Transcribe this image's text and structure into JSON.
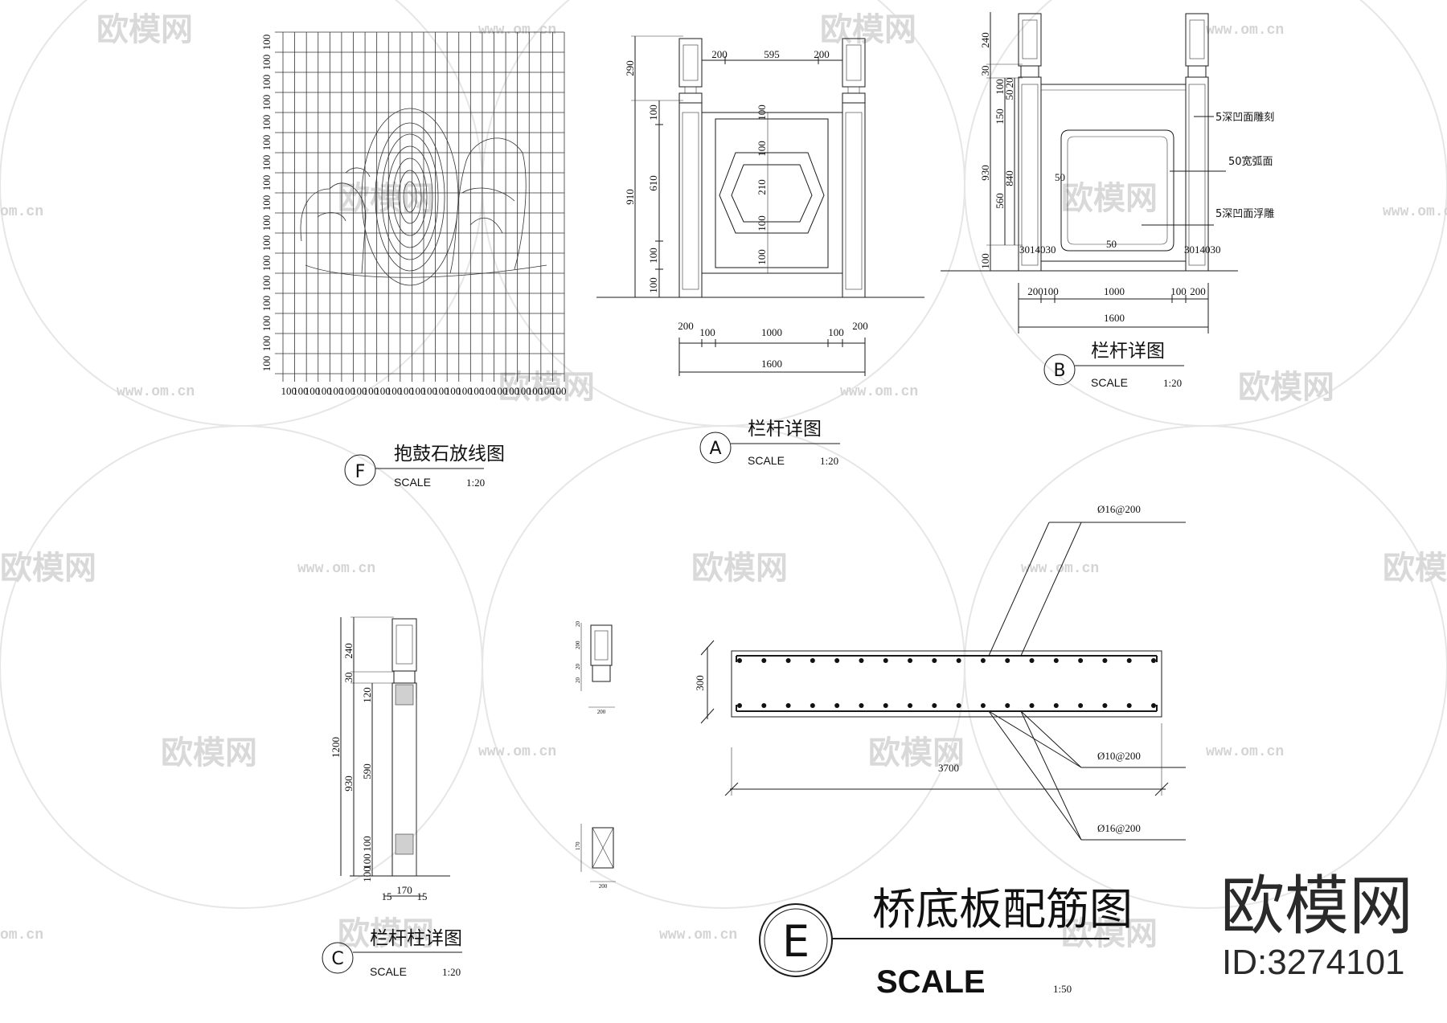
{
  "watermark": {
    "logo_text": "欧模网",
    "url_text": "www.om.cn",
    "url_partial": "om.cn"
  },
  "brand": {
    "name": "欧模网",
    "id_label": "ID:3274101"
  },
  "drawing_F": {
    "marker": "F",
    "title": "抱鼓石放线图",
    "scale_label": "SCALE",
    "scale_value": "1:20",
    "grid_label": "100",
    "grid_cols": 24,
    "grid_rows": 17
  },
  "drawing_A": {
    "marker": "A",
    "title": "栏杆详图",
    "scale_label": "SCALE",
    "scale_value": "1:20",
    "dims_top": [
      "200",
      "595",
      "200"
    ],
    "dims_left_outer": [
      "290",
      "910"
    ],
    "dims_left_inner": [
      "100",
      "610",
      "100",
      "100"
    ],
    "dims_panel": [
      "100",
      "100",
      "210",
      "100",
      "100"
    ],
    "dims_bottom": [
      "200",
      "100",
      "1000",
      "100",
      "200"
    ],
    "dim_total": "1600"
  },
  "drawing_B": {
    "marker": "B",
    "title": "栏杆详图",
    "scale_label": "SCALE",
    "scale_value": "1:20",
    "dims_left_outer": [
      "240",
      "30",
      "930",
      "100"
    ],
    "dims_left_mid": [
      "100",
      "150",
      "560"
    ],
    "dims_left_inner": [
      "20",
      "50",
      "840"
    ],
    "dim_50_a": "50",
    "dim_50_b": "50",
    "dims_bottom_small_left": "3014030",
    "dims_bottom_small_right": "3014030",
    "dims_bottom": [
      "200",
      "100",
      "1000",
      "100",
      "200"
    ],
    "dim_total": "1600",
    "notes": [
      "5深凹面雕刻",
      "50宽弧面",
      "5深凹面浮雕"
    ]
  },
  "drawing_C": {
    "marker": "C",
    "title": "栏杆柱详图",
    "scale_label": "SCALE",
    "scale_value": "1:20",
    "dims_left_outer": [
      "240",
      "30",
      "1200"
    ],
    "dims_left_mid": [
      "930"
    ],
    "dims_left_inner": [
      "120",
      "590",
      "100",
      "100",
      "100"
    ],
    "dims_bottom": [
      "15",
      "170",
      "15"
    ]
  },
  "drawing_small": {
    "dims_top": [
      "20",
      "200",
      "20",
      "20"
    ],
    "dims_bottom": [
      "170",
      "200"
    ]
  },
  "drawing_E": {
    "marker": "E",
    "title": "桥底板配筋图",
    "scale_label": "SCALE",
    "scale_value": "1:50",
    "dim_height": "300",
    "dim_length": "3700",
    "rebar_top": "Ø16@200",
    "rebar_mid": "Ø10@200",
    "rebar_bottom": "Ø16@200"
  }
}
